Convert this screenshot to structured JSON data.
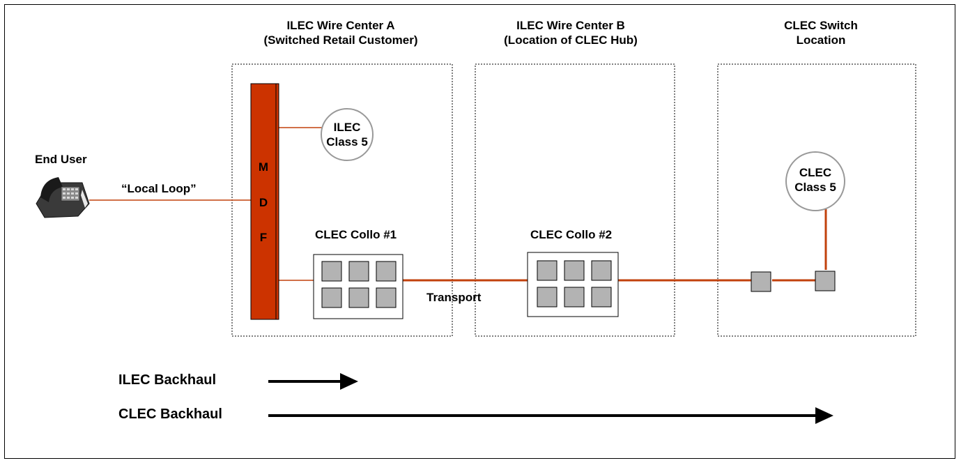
{
  "wire_center_a": {
    "title_line1": "ILEC Wire Center A",
    "title_line2": "(Switched Retail Customer)"
  },
  "wire_center_b": {
    "title_line1": "ILEC Wire Center B",
    "title_line2": "(Location of CLEC Hub)"
  },
  "clec_switch": {
    "title_line1": "CLEC Switch",
    "title_line2": "Location"
  },
  "end_user": {
    "label": "End User",
    "icon": "telephone-icon"
  },
  "local_loop": {
    "label": "“Local Loop”"
  },
  "mdf": {
    "letters": [
      "M",
      "D",
      "F"
    ]
  },
  "ilec_class5": {
    "line1": "ILEC",
    "line2": "Class 5"
  },
  "clec_class5": {
    "line1": "CLEC",
    "line2": "Class 5"
  },
  "collo1": {
    "label": "CLEC Collo #1"
  },
  "collo2": {
    "label": "CLEC Collo #2"
  },
  "transport": {
    "label": "Transport"
  },
  "ilec_backhaul": {
    "label": "ILEC Backhaul"
  },
  "clec_backhaul": {
    "label": "CLEC Backhaul"
  },
  "colors": {
    "circuit": "#c2410c",
    "mdf_fill": "#cc3300",
    "module_fill": "#b3b3b3",
    "outline": "#000000"
  }
}
